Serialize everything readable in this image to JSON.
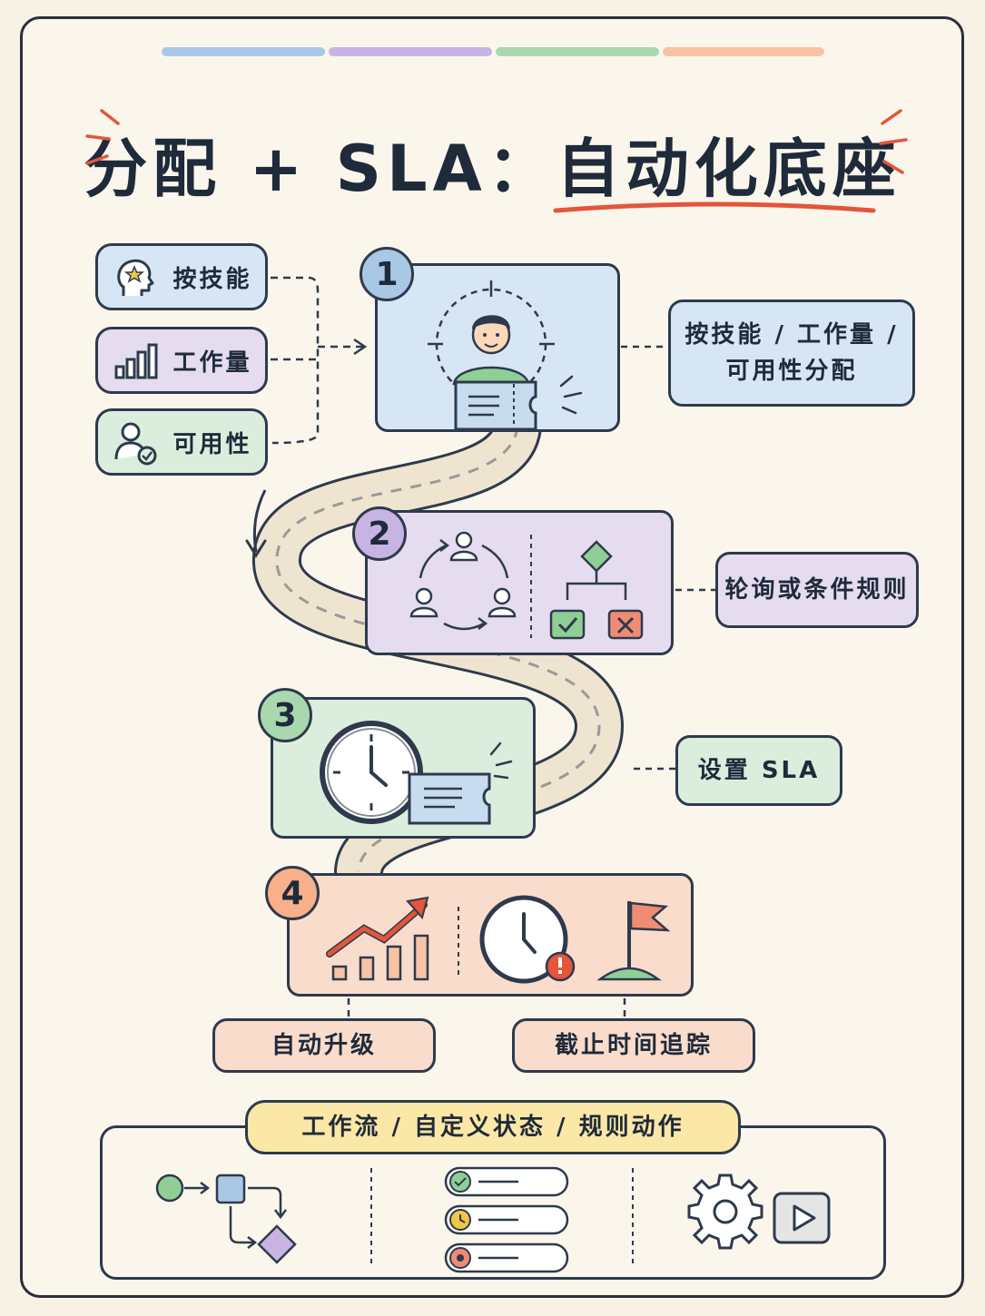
{
  "title": "分配 + SLA：自动化底座",
  "colors": {
    "blue": "#d7e6f4",
    "purple": "#e5dcf0",
    "green": "#dbeedd",
    "orange": "#f9dccb",
    "yellow": "#fbe7a6",
    "accent_red": "#e4553b"
  },
  "inputs": [
    {
      "label": "按技能",
      "icon": "head-star-icon"
    },
    {
      "label": "工作量",
      "icon": "bar-chart-icon"
    },
    {
      "label": "可用性",
      "icon": "user-check-icon"
    }
  ],
  "steps": [
    {
      "number": "1",
      "note": "按技能 / 工作量 / 可用性分配",
      "note_line1": "按技能 / 工作量 /",
      "note_line2": "可用性分配"
    },
    {
      "number": "2",
      "note": "轮询或条件规则"
    },
    {
      "number": "3",
      "note": "设置 SLA"
    },
    {
      "number": "4",
      "outputs": [
        "自动升级",
        "截止时间追踪"
      ]
    }
  ],
  "workflow": {
    "label": "工作流 / 自定义状态 / 规则动作",
    "icons": [
      "flow-diagram-icon",
      "status-list-icon",
      "gear-icon",
      "play-icon"
    ]
  }
}
